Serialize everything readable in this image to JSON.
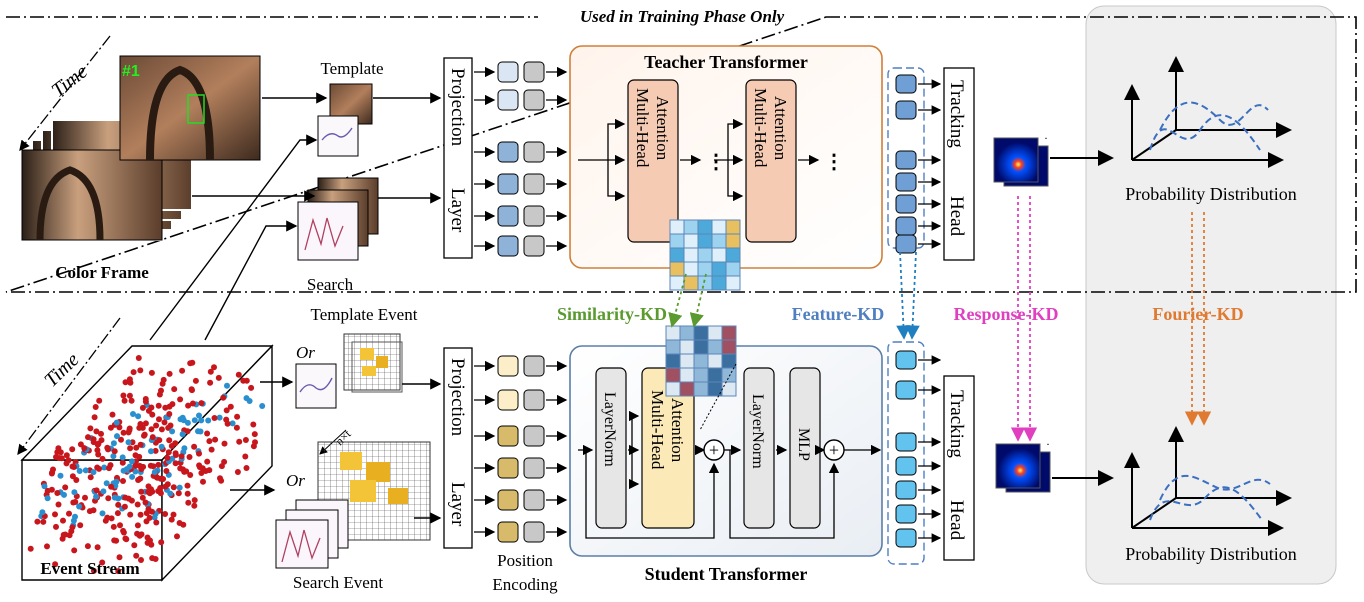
{
  "banner": "Used in Training Phase Only",
  "time_label_top": "Time",
  "time_label_bottom": "Time",
  "frame_index": "#1",
  "color_frame_label": "Color Frame",
  "event_stream_label": "Event Stream",
  "template_label": "Template",
  "search_label": "Search",
  "template_event_label": "Template Event",
  "search_event_label": "Search Event",
  "or_top": "Or",
  "or_bottom": "Or",
  "nxt_label": "n×t",
  "projection_top": "Projection",
  "layer_top": "Layer",
  "projection_bottom": "Projection",
  "layer_bottom": "Layer",
  "teacher_title": "Teacher Transformer",
  "student_title": "Student Transformer",
  "mha_teacher_1": "Multi-Head",
  "mha_teacher_2": "Attention",
  "mha_student_1": "Multi-Head",
  "mha_student_2": "Attention",
  "layernorm_1": "LayerNorm",
  "layernorm_2": "LayerNorm",
  "mlp": "MLP",
  "tracking_top": "Tracking",
  "head_top": "Head",
  "tracking_bottom": "Tracking",
  "head_bottom": "Head",
  "prob_top": "Probability Distribution",
  "prob_bottom": "Probability Distribution",
  "position_encoding_1": "Position",
  "position_encoding_2": "Encoding",
  "kd": {
    "similarity": "Similarity-KD",
    "feature": "Feature-KD",
    "response": "Response-KD",
    "fourier": "Fourier-KD"
  },
  "colors": {
    "similarity": "#5a9a2e",
    "feature": "#4f7fc0",
    "response": "#e040c0",
    "fourier": "#e07a30",
    "teacher_border": "#d07f3a",
    "student_border": "#5a7fa8",
    "event_red": "#c8161d",
    "event_blue": "#2a8fcf"
  }
}
